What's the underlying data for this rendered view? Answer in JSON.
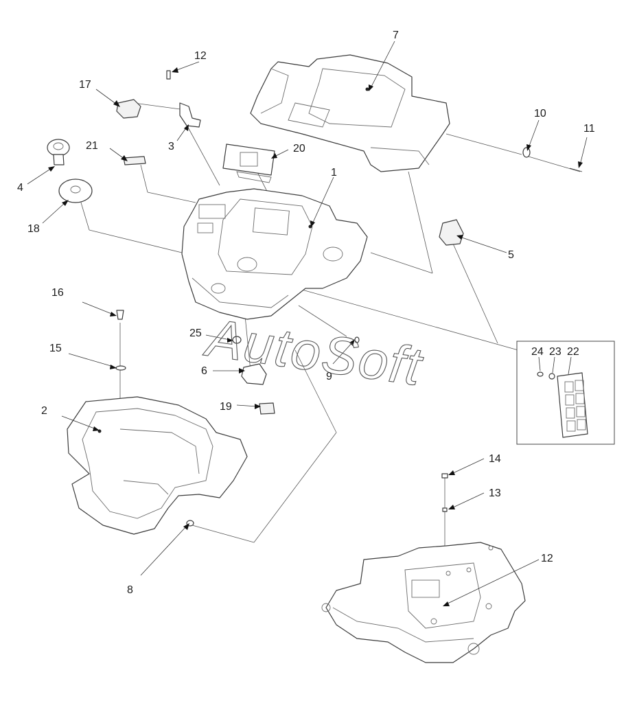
{
  "watermark": "AutoSoft",
  "callouts": [
    {
      "id": "c1",
      "text": "1"
    },
    {
      "id": "c2",
      "text": "2"
    },
    {
      "id": "c3",
      "text": "3"
    },
    {
      "id": "c4",
      "text": "4"
    },
    {
      "id": "c5",
      "text": "5"
    },
    {
      "id": "c6",
      "text": "6"
    },
    {
      "id": "c7",
      "text": "7"
    },
    {
      "id": "c8",
      "text": "8"
    },
    {
      "id": "c9",
      "text": "9"
    },
    {
      "id": "c10",
      "text": "10"
    },
    {
      "id": "c11",
      "text": "11"
    },
    {
      "id": "c12a",
      "text": "12"
    },
    {
      "id": "c12b",
      "text": "12"
    },
    {
      "id": "c13",
      "text": "13"
    },
    {
      "id": "c14",
      "text": "14"
    },
    {
      "id": "c15",
      "text": "15"
    },
    {
      "id": "c16",
      "text": "16"
    },
    {
      "id": "c17",
      "text": "17"
    },
    {
      "id": "c18",
      "text": "18"
    },
    {
      "id": "c19",
      "text": "19"
    },
    {
      "id": "c20",
      "text": "20"
    },
    {
      "id": "c21",
      "text": "21"
    },
    {
      "id": "c22",
      "text": "22"
    },
    {
      "id": "c23",
      "text": "23"
    },
    {
      "id": "c24",
      "text": "24"
    },
    {
      "id": "c25",
      "text": "25"
    }
  ]
}
